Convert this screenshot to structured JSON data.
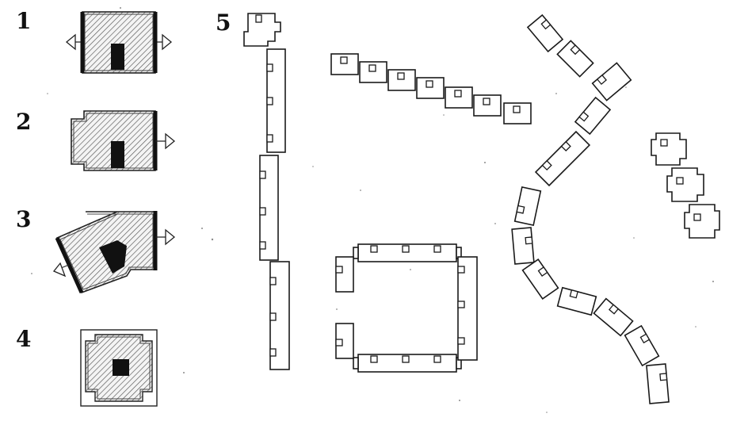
{
  "labels": {
    "one": "1",
    "two": "2",
    "three": "3",
    "four": "4",
    "five": "5"
  },
  "colors": {
    "ink": "#111111",
    "paper": "#ffffff",
    "hatch": "#444444"
  },
  "icons": {
    "arrow": "open-triangle-arrow",
    "core": "black-square-core"
  }
}
